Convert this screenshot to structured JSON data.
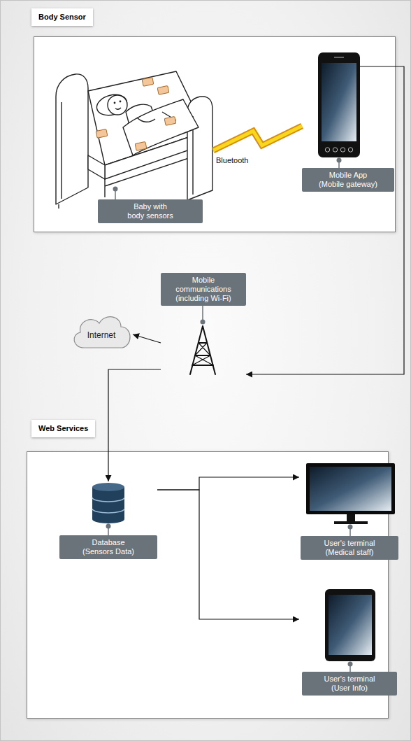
{
  "diagram": {
    "nodes": [
      {
        "text": [
          "Body Sensor"
        ]
      },
      {
        "text": [
          "Baby with body sensors"
        ],
        "in": 0
      },
      {
        "text": [
          "Mobile App (Mobile gateway)"
        ],
        "in": 0
      },
      {
        "text": [
          "Mobile communications (including Wi-Fi)"
        ]
      },
      {
        "text": [
          "Internet"
        ]
      },
      {
        "text": [
          "Web Services"
        ]
      },
      {
        "text": [
          "Database (Sensors Data)"
        ],
        "in": 5
      },
      {
        "text": [
          "User's terminal (Medical staff)"
        ],
        "in": 5
      },
      {
        "text": [
          "User's terminal (User Info)"
        ],
        "in": 5
      }
    ],
    "edges": [
      {
        "from": 1,
        "to": 2,
        "label": "Bluetooth",
        "arrow": "none"
      },
      {
        "from": 2,
        "to": 3,
        "arrow": "to"
      },
      {
        "from": 3,
        "to": 4,
        "arrow": "to"
      },
      {
        "from": 3,
        "to": 6,
        "arrow": "to"
      },
      {
        "from": 6,
        "to": 7,
        "arrow": "to"
      },
      {
        "from": 6,
        "to": 8,
        "arrow": "to"
      }
    ]
  }
}
